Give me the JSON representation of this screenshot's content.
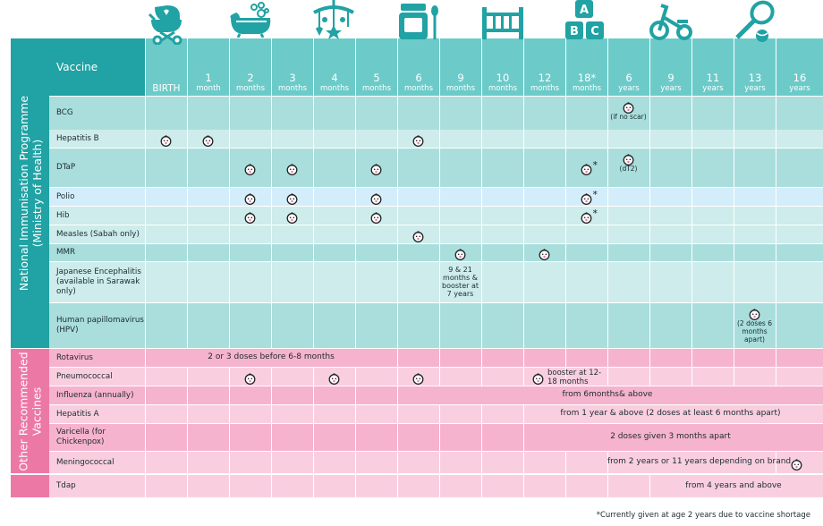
{
  "bands": {
    "national": {
      "line1": "National Immunisation Programme",
      "line2": "(Ministry of Health)",
      "color": "#21a2a4"
    },
    "other": {
      "line1": "Other Recommended",
      "line2": "Vaccines",
      "color": "#ec78a6"
    },
    "tdap_color": "#ec78a6"
  },
  "header": {
    "vaccine_label": "Vaccine",
    "ages": [
      {
        "n": "BIRTH",
        "u": ""
      },
      {
        "n": "1",
        "u": "month"
      },
      {
        "n": "2",
        "u": "months"
      },
      {
        "n": "3",
        "u": "months"
      },
      {
        "n": "4",
        "u": "months"
      },
      {
        "n": "5",
        "u": "months"
      },
      {
        "n": "6",
        "u": "months"
      },
      {
        "n": "9",
        "u": "months"
      },
      {
        "n": "10",
        "u": "months"
      },
      {
        "n": "12",
        "u": "months"
      },
      {
        "n": "18*",
        "u": "months"
      },
      {
        "n": "6",
        "u": "years"
      },
      {
        "n": "9",
        "u": "years"
      },
      {
        "n": "11",
        "u": "years"
      },
      {
        "n": "13",
        "u": "years"
      },
      {
        "n": "16",
        "u": "years"
      }
    ],
    "icons": [
      "pram-icon",
      "bathtub-icon",
      "mobile-toy-icon",
      "baby-food-jar-icon",
      "crib-icon",
      "abc-blocks-icon",
      "tricycle-icon",
      "tennis-racket-icon"
    ]
  },
  "colors": {
    "teal_light": "#a9dedd",
    "teal_pale": "#cdeceb",
    "teal_mid": "#bfe6e5",
    "blue_pale": "#d3eefa",
    "pink_mid": "#f6b3cd",
    "pink_light": "#f9cfe0",
    "header": "#6ccbc9"
  },
  "rows": [
    {
      "name": "BCG",
      "group": "national",
      "doses": [
        {
          "col": 11,
          "note": "(if no scar)"
        }
      ]
    },
    {
      "name": "Hepatitis B",
      "group": "national",
      "doses": [
        {
          "col": 0
        },
        {
          "col": 1
        },
        {
          "col": 6
        }
      ]
    },
    {
      "name": "DTaP",
      "group": "national",
      "doses": [
        {
          "col": 2
        },
        {
          "col": 3
        },
        {
          "col": 5
        },
        {
          "col": 10,
          "star": "*"
        },
        {
          "col": 11,
          "note": "(dT2)"
        }
      ]
    },
    {
      "name": "Polio",
      "group": "national",
      "doses": [
        {
          "col": 2
        },
        {
          "col": 3
        },
        {
          "col": 5
        },
        {
          "col": 10,
          "star": "*"
        }
      ]
    },
    {
      "name": "Hib",
      "group": "national",
      "doses": [
        {
          "col": 2
        },
        {
          "col": 3
        },
        {
          "col": 5
        },
        {
          "col": 10,
          "star": "*"
        }
      ]
    },
    {
      "name": "Measles (Sabah only)",
      "group": "national",
      "doses": [
        {
          "col": 6
        }
      ]
    },
    {
      "name": "MMR",
      "group": "national",
      "doses": [
        {
          "col": 7
        },
        {
          "col": 9
        }
      ]
    },
    {
      "name": "Japanese Encephalitis (available in Sarawak only)",
      "group": "national",
      "doses": [],
      "notes": [
        {
          "col": 7,
          "text": "9 & 21 months & booster at 7 years"
        }
      ]
    },
    {
      "name": "Human papillomavirus (HPV)",
      "group": "national",
      "doses": [
        {
          "col": 14,
          "note": "(2 doses 6 months apart)"
        }
      ]
    },
    {
      "name": "Rotavirus",
      "group": "other",
      "doses": [],
      "span": {
        "text": "2 or 3 doses before 6-8 months",
        "from": 0,
        "to": 6
      }
    },
    {
      "name": "Pneumococcal",
      "group": "other",
      "doses": [
        {
          "col": 2
        },
        {
          "col": 4
        },
        {
          "col": 6
        },
        {
          "col": 9,
          "side": "booster at 12-18 months"
        }
      ]
    },
    {
      "name": "Influenza (annually)",
      "group": "other",
      "doses": [],
      "span": {
        "text": "from 6months& above",
        "from": 6,
        "to": 16
      }
    },
    {
      "name": "Hepatitis A",
      "group": "other",
      "doses": [],
      "span": {
        "text": "from 1 year & above (2 doses at least 6 months apart)",
        "from": 9,
        "to": 16
      }
    },
    {
      "name": "Varicella (for Chickenpox)",
      "group": "other",
      "doses": [],
      "span": {
        "text": "2 doses given 3 months apart",
        "from": 9,
        "to": 16
      }
    },
    {
      "name": "Meningococcal",
      "group": "other",
      "doses": [
        {
          "col": 15
        }
      ],
      "span": {
        "text": "from 2 years or 11 years depending on brand",
        "from": 11,
        "to": 15
      }
    },
    {
      "name": "Tdap",
      "group": "tdap",
      "doses": [],
      "span": {
        "text": "from 4 years and above",
        "from": 12,
        "to": 16
      }
    }
  ],
  "footnote": "*Currently given at age 2 years due to vaccine shortage"
}
